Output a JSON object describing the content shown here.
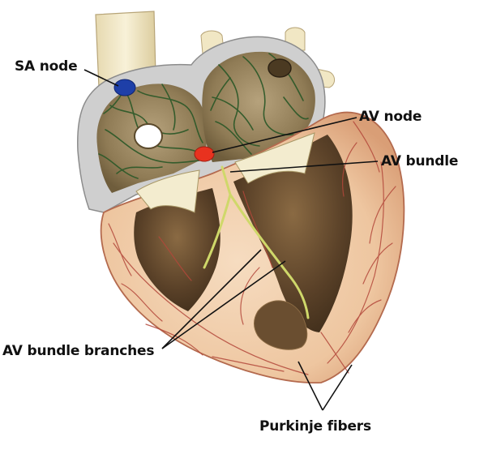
{
  "labels": {
    "sa_node": "SA node",
    "av_node": "AV node",
    "av_bundle": "AV bundle",
    "av_bundle_branches": "AV bundle branches",
    "purkinje_fibers": "Purkinje fibers"
  },
  "colors": {
    "sa_node": "#1e3fa8",
    "av_node": "#e8321f",
    "conduction_path": "#cfd86a",
    "atrial_fibers": "#2f5a2a",
    "ventricle_wall": "#efc9a4",
    "ventricle_vessels": "#b3473a",
    "vessel_stub": "#f1e7c4"
  }
}
